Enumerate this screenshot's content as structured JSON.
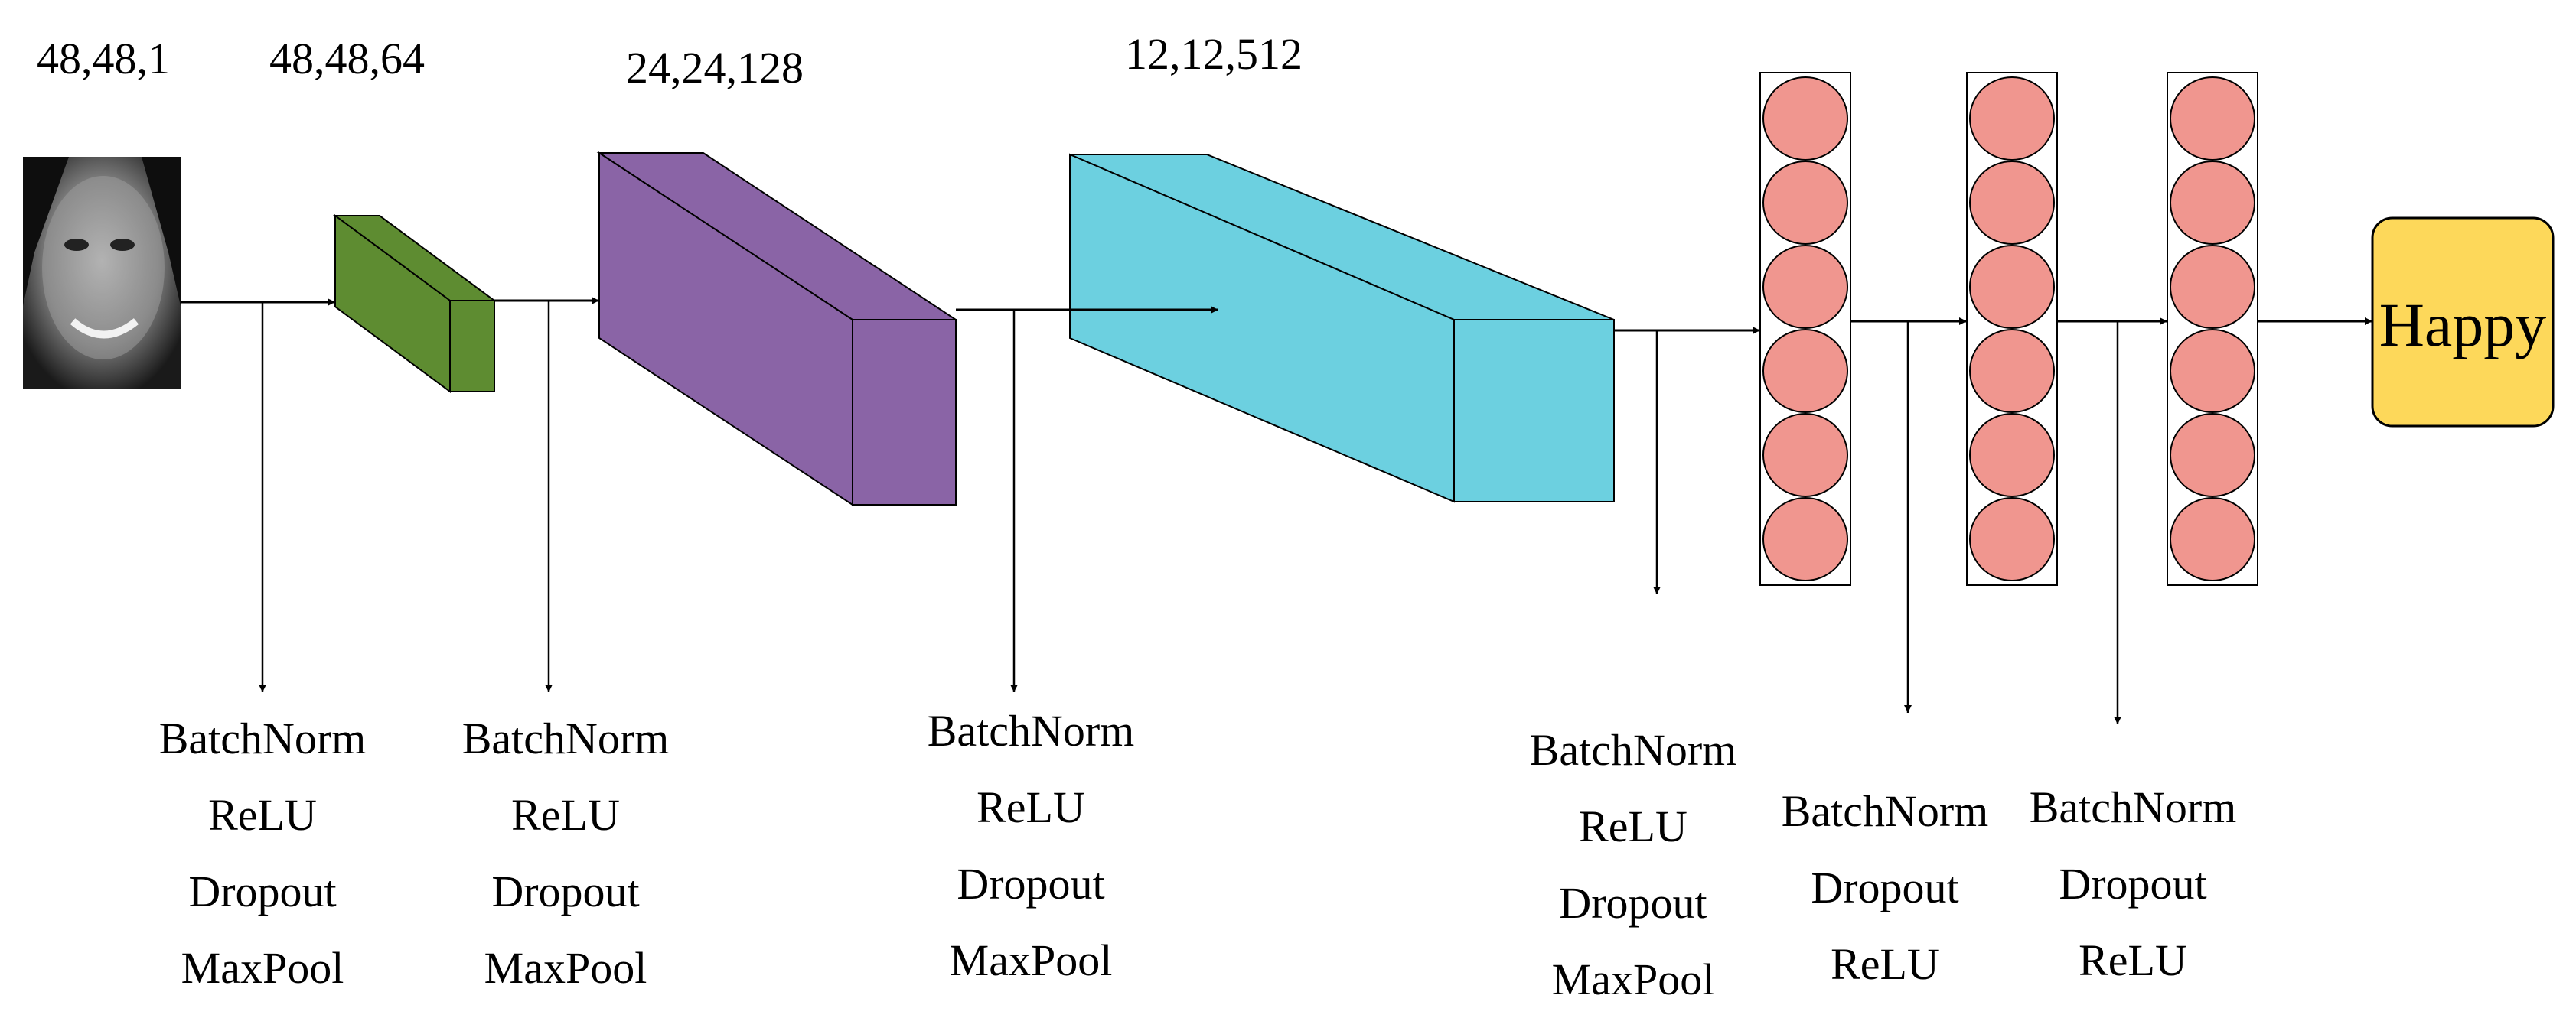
{
  "input_shape": "48,48,1",
  "conv_blocks": [
    {
      "shape": "48,48,64",
      "color": "#5e8c31",
      "ops": [
        "BatchNorm",
        "ReLU",
        "Dropout",
        "MaxPool"
      ]
    },
    {
      "shape": "24,24,128",
      "color": "#8a64a6",
      "ops": [
        "BatchNorm",
        "ReLU",
        "Dropout",
        "MaxPool"
      ]
    },
    {
      "shape": "12,12,512",
      "color": "#6cd0e0",
      "ops": [
        "BatchNorm",
        "ReLU",
        "Dropout",
        "MaxPool"
      ]
    },
    {
      "shape": "",
      "ops": [
        "BatchNorm",
        "ReLU",
        "Dropout",
        "MaxPool"
      ]
    }
  ],
  "dense_layers": [
    {
      "neurons": 6,
      "ops": [
        "BatchNorm",
        "Dropout",
        "ReLU"
      ]
    },
    {
      "neurons": 6,
      "ops": [
        "BatchNorm",
        "Dropout",
        "ReLU"
      ]
    },
    {
      "neurons": 6
    }
  ],
  "neuron_color": "#f0968f",
  "output_label": "Happy",
  "output_color": "#fdd85a",
  "input_image": "face-photo"
}
